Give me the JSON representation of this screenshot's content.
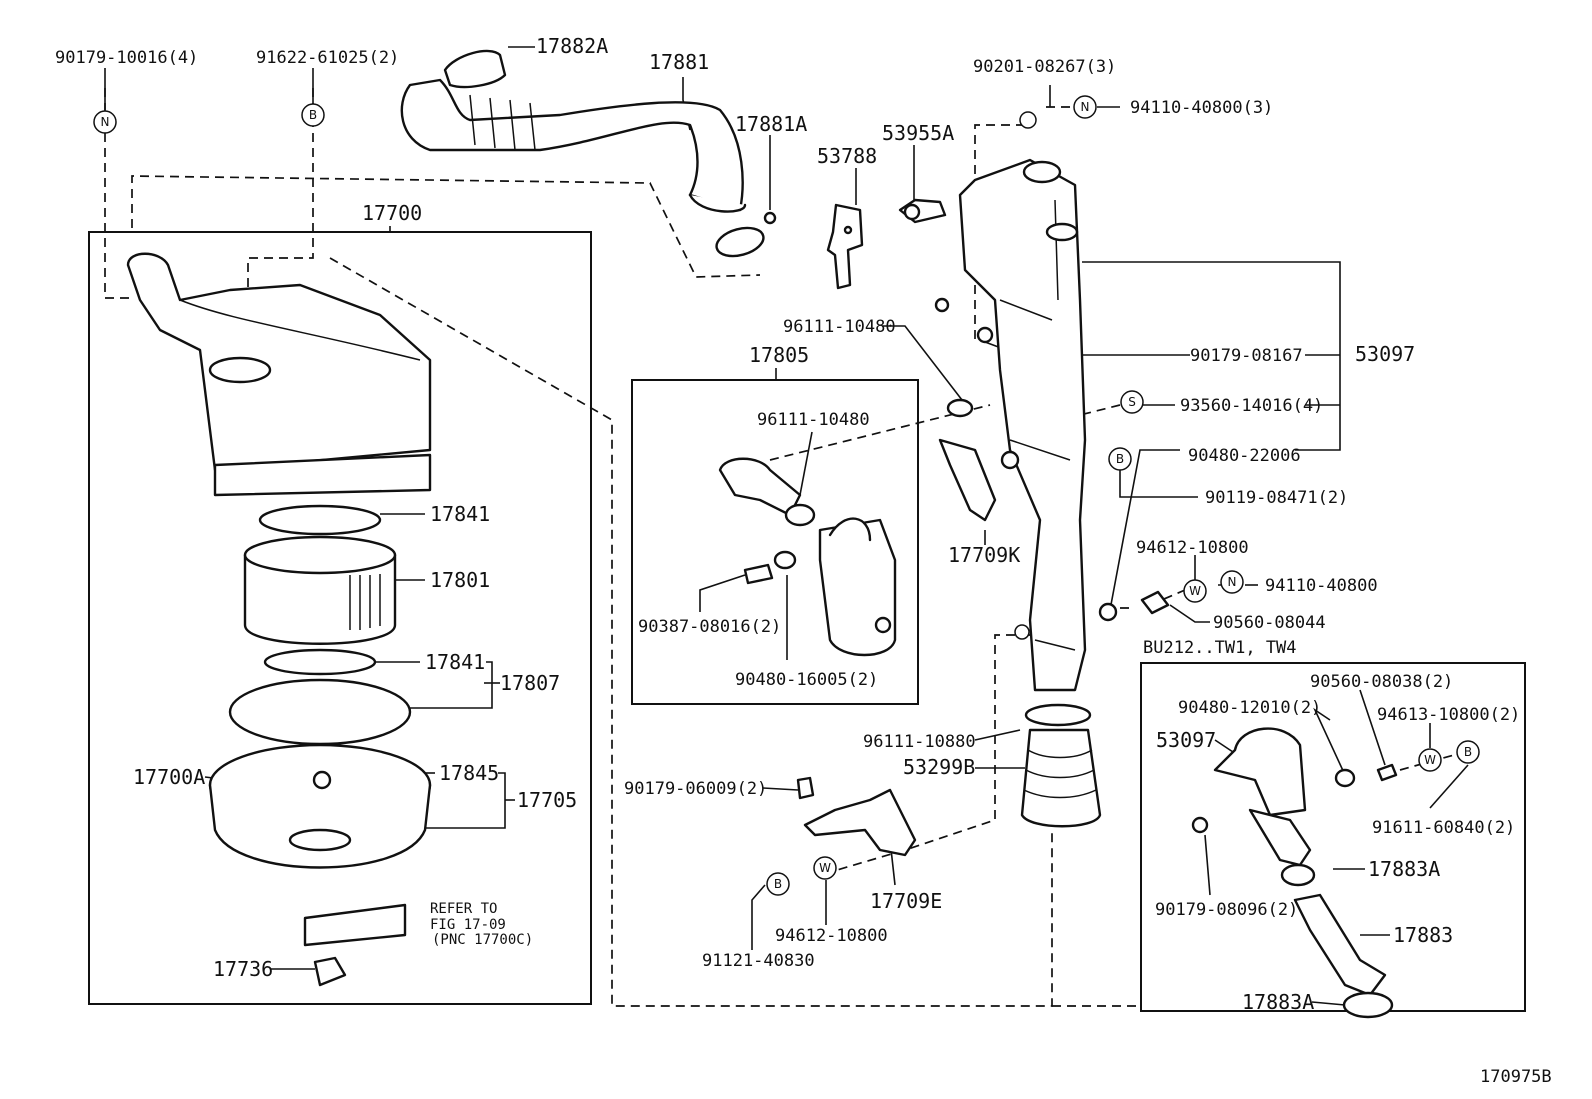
{
  "figure_id": "170975B",
  "group_labels": {
    "air_cleaner_assy": "17700",
    "hose_kit": "17805",
    "bu_note": "BU212..TW1, TW4"
  },
  "refer_note": {
    "line1": "REFER TO",
    "line2": "FIG 17-09",
    "line3": "(PNC 17700C)"
  },
  "parts": {
    "p90179_10016": "90179-10016(4)",
    "p91622_61025": "91622-61025(2)",
    "p17882A": "17882A",
    "p17881": "17881",
    "p17881A": "17881A",
    "p53788": "53788",
    "p53955A": "53955A",
    "p90201_08267": "90201-08267(3)",
    "p94110_40800_3": "94110-40800(3)",
    "p96111_10480_a": "96111-10480",
    "p96111_10480_b": "96111-10480",
    "p90179_08167": "90179-08167",
    "p53097": "53097",
    "p93560_14016": "93560-14016(4)",
    "p90480_22006": "90480-22006",
    "p90119_08471": "90119-08471(2)",
    "p17709K": "17709K",
    "p94612_10800_a": "94612-10800",
    "p94110_40800": "94110-40800",
    "p90560_08044": "90560-08044",
    "p17841_a": "17841",
    "p17801": "17801",
    "p17841_b": "17841",
    "p17807": "17807",
    "p17700A": "17700A",
    "p17845": "17845",
    "p17705": "17705",
    "p17736": "17736",
    "p90387_08016": "90387-08016(2)",
    "p90480_16005": "90480-16005(2)",
    "p96111_10880": "96111-10880",
    "p53299B": "53299B",
    "p90179_06009": "90179-06009(2)",
    "p17709E": "17709E",
    "p91121_40830": "91121-40830",
    "p94612_10800_b": "94612-10800",
    "p90560_08038": "90560-08038(2)",
    "p90480_12010": "90480-12010(2)",
    "p94613_10800": "94613-10800(2)",
    "p53097_b": "53097",
    "p91611_60840": "91611-60840(2)",
    "p17883A_a": "17883A",
    "p90179_08096": "90179-08096(2)",
    "p17883": "17883",
    "p17883A_b": "17883A"
  },
  "symbols": {
    "N": "N",
    "B": "B",
    "S": "S",
    "W": "W"
  }
}
